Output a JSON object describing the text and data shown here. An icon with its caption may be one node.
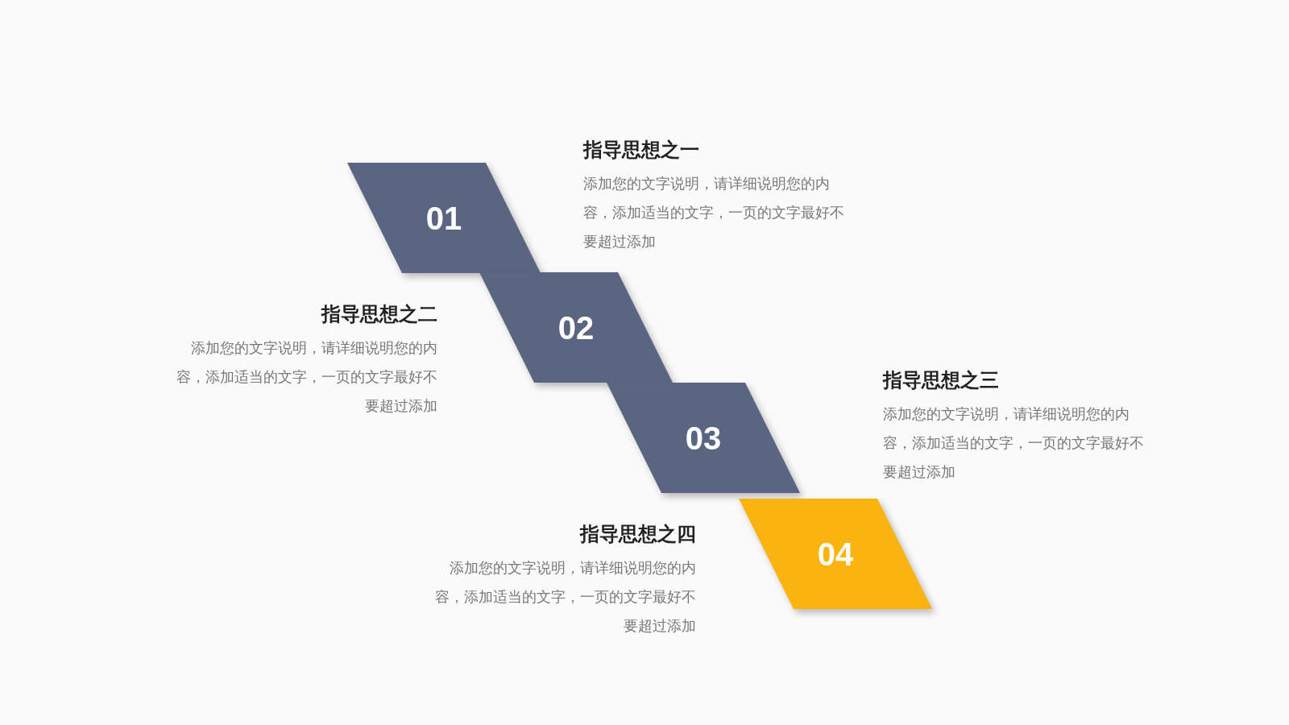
{
  "diagram": {
    "nodes": [
      {
        "text": [
          "01"
        ],
        "beside": [
          "指导思想之一",
          "添加您的文字说明，请详细说明您的内容，添加适当的文字，一页的文字最好不要超过添加"
        ]
      },
      {
        "text": [
          "02"
        ],
        "beside": [
          "指导思想之二",
          "添加您的文字说明，请详细说明您的内容，添加适当的文字，一页的文字最好不要超过添加"
        ]
      },
      {
        "text": [
          "03"
        ],
        "beside": [
          "指导思想之三",
          "添加您的文字说明，请详细说明您的内容，添加适当的文字，一页的文字最好不要超过添加"
        ]
      },
      {
        "text": [
          "04"
        ],
        "beside": [
          "指导思想之四",
          "添加您的文字说明，请详细说明您的内容，添加适当的文字，一页的文字最好不要超过添加"
        ]
      }
    ]
  }
}
